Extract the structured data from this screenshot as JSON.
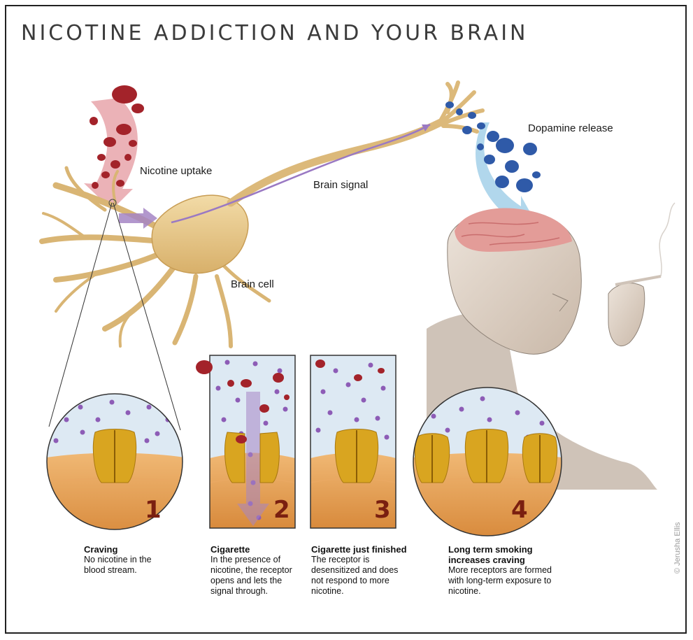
{
  "title": "NICOTINE ADDICTION AND YOUR BRAIN",
  "labels": {
    "nicotine_uptake": "Nicotine uptake",
    "brain_signal": "Brain signal",
    "brain_cell": "Brain cell",
    "dopamine_release": "Dopamine release"
  },
  "panels": [
    {
      "number": "1",
      "heading": "Craving",
      "body": "No nicotine in the\nblood stream."
    },
    {
      "number": "2",
      "heading": "Cigarette",
      "body": "In the presence of\nnicotine, the receptor\nopens and lets the\nsignal through."
    },
    {
      "number": "3",
      "heading": "Cigarette just finished",
      "body": "The receptor is\ndesensitized and does\nnot respond to more\nnicotine."
    },
    {
      "number": "4",
      "heading": "Long term smoking\nincreases craving",
      "body": "More receptors are formed\nwith long-term exposure to\nnicotine."
    }
  ],
  "credit": "© Jerusha Ellis",
  "colors": {
    "neuron": "#e8c98a",
    "nicotine": "#a3232a",
    "dopamine": "#2f5aa8",
    "receptor": "#d9a520",
    "membrane": "#e3a058",
    "fluid": "#dde9f3",
    "arrow_pink": "#e8a4aa",
    "arrow_blue": "#a9d3ea",
    "arrow_purple": "#a585c4",
    "number": "#7a1f10"
  }
}
